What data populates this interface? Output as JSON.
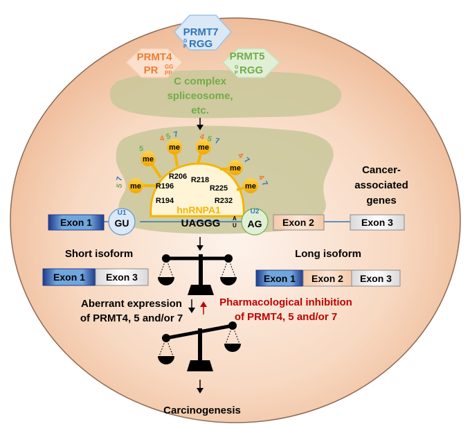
{
  "enzymes": {
    "prmt7": {
      "name": "PRMT7",
      "motif_sup": "G",
      "motif_sub": "P",
      "motif": "RGG",
      "color": "#2e75b6"
    },
    "prmt4": {
      "name": "PRMT4",
      "motif_prefix": "PR",
      "motif_sup": "GG",
      "motif_sub": "PP",
      "color": "#ed7d31"
    },
    "prmt5": {
      "name": "PRMT5",
      "motif_sup": "G",
      "motif_sub": "P",
      "motif": "RGG",
      "color": "#70ad47"
    }
  },
  "spliceosome": {
    "line1": "C complex",
    "line2": "spliceosome,",
    "line3": "etc.",
    "color": "#70ad47"
  },
  "methyl_label": "me",
  "sites": {
    "s1": {
      "tags": [
        "5",
        "7"
      ]
    },
    "s2": {
      "tags": [
        "5"
      ]
    },
    "s3": {
      "tags": [
        "4",
        "5",
        "7"
      ]
    },
    "s4": {
      "tags": [
        "4",
        "5",
        "7"
      ]
    },
    "s5": {
      "tags": [
        "4",
        "7"
      ]
    },
    "s6": {
      "tags": [
        "4",
        "7"
      ]
    }
  },
  "residues": [
    "R206",
    "R218",
    "R196",
    "R225",
    "R194",
    "R232"
  ],
  "protein": "hnRNPA1",
  "u1": {
    "tag": "U1",
    "text": "GU"
  },
  "u2": {
    "tag": "U2",
    "text": "AG"
  },
  "motif_seq": {
    "main": "UAGGG",
    "sup": "A",
    "sub": "U"
  },
  "cancer_genes": {
    "line1": "Cancer-",
    "line2": "associated",
    "line3": "genes"
  },
  "exons": {
    "e1": "Exon 1",
    "e2": "Exon 2",
    "e3": "Exon 3"
  },
  "short_isoform": "Short isoform",
  "long_isoform": "Long isoform",
  "aberrant": {
    "line1": "Aberrant expression",
    "line2": "of PRMT4, 5 and/or 7"
  },
  "inhibition": {
    "line1": "Pharmacological inhibition",
    "line2": "of PRMT4, 5 and/or 7",
    "color": "#c00000"
  },
  "outcome": "Carcinogenesis",
  "colors": {
    "prmt4": "#ed7d31",
    "prmt5": "#70ad47",
    "prmt7": "#2e75b6",
    "methyl": "#f5b400",
    "inhibition": "#c00000"
  }
}
